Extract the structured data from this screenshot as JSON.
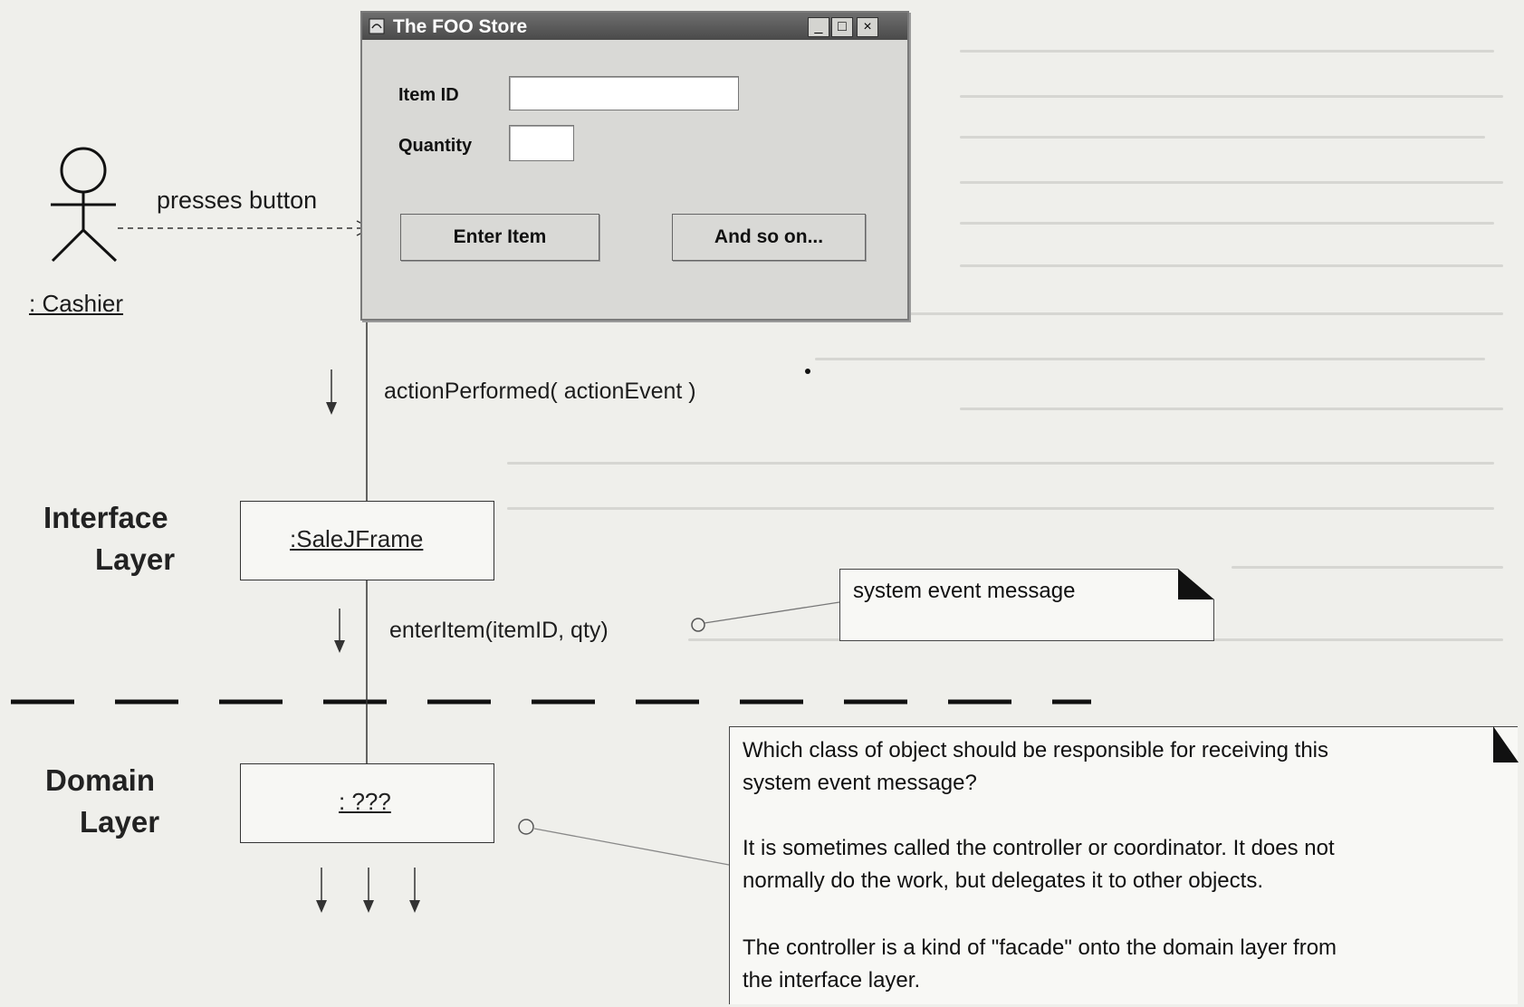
{
  "window": {
    "title": "The FOO Store",
    "item_id_label": "Item ID",
    "item_id_value": "",
    "quantity_label": "Quantity",
    "quantity_value": "",
    "enter_item_button": "Enter Item",
    "and_so_on_button": "And so on...",
    "minimize_glyph": "_",
    "maximize_glyph": "□",
    "close_glyph": "×"
  },
  "actor": {
    "name": ": Cashier",
    "action": "presses button"
  },
  "messages": {
    "action_performed": "actionPerformed( actionEvent )",
    "enter_item": "enterItem(itemID, qty)"
  },
  "layers": {
    "interface_line1": "Interface",
    "interface_line2": "Layer",
    "domain_line1": "Domain",
    "domain_line2": "Layer"
  },
  "objects": {
    "sale_jframe": ":SaleJFrame",
    "unknown": ": ???"
  },
  "notes": {
    "system_event": "system event message",
    "controller_p1_line1": "Which class of object should be responsible for receiving this",
    "controller_p1_line2": "system event message?",
    "controller_p2_line1": "It is sometimes called the controller or coordinator. It does not",
    "controller_p2_line2": "normally do the work, but delegates it to other objects.",
    "controller_p3_line1": "The controller is a kind of \"facade\" onto the domain layer from",
    "controller_p3_line2": "the interface layer."
  }
}
